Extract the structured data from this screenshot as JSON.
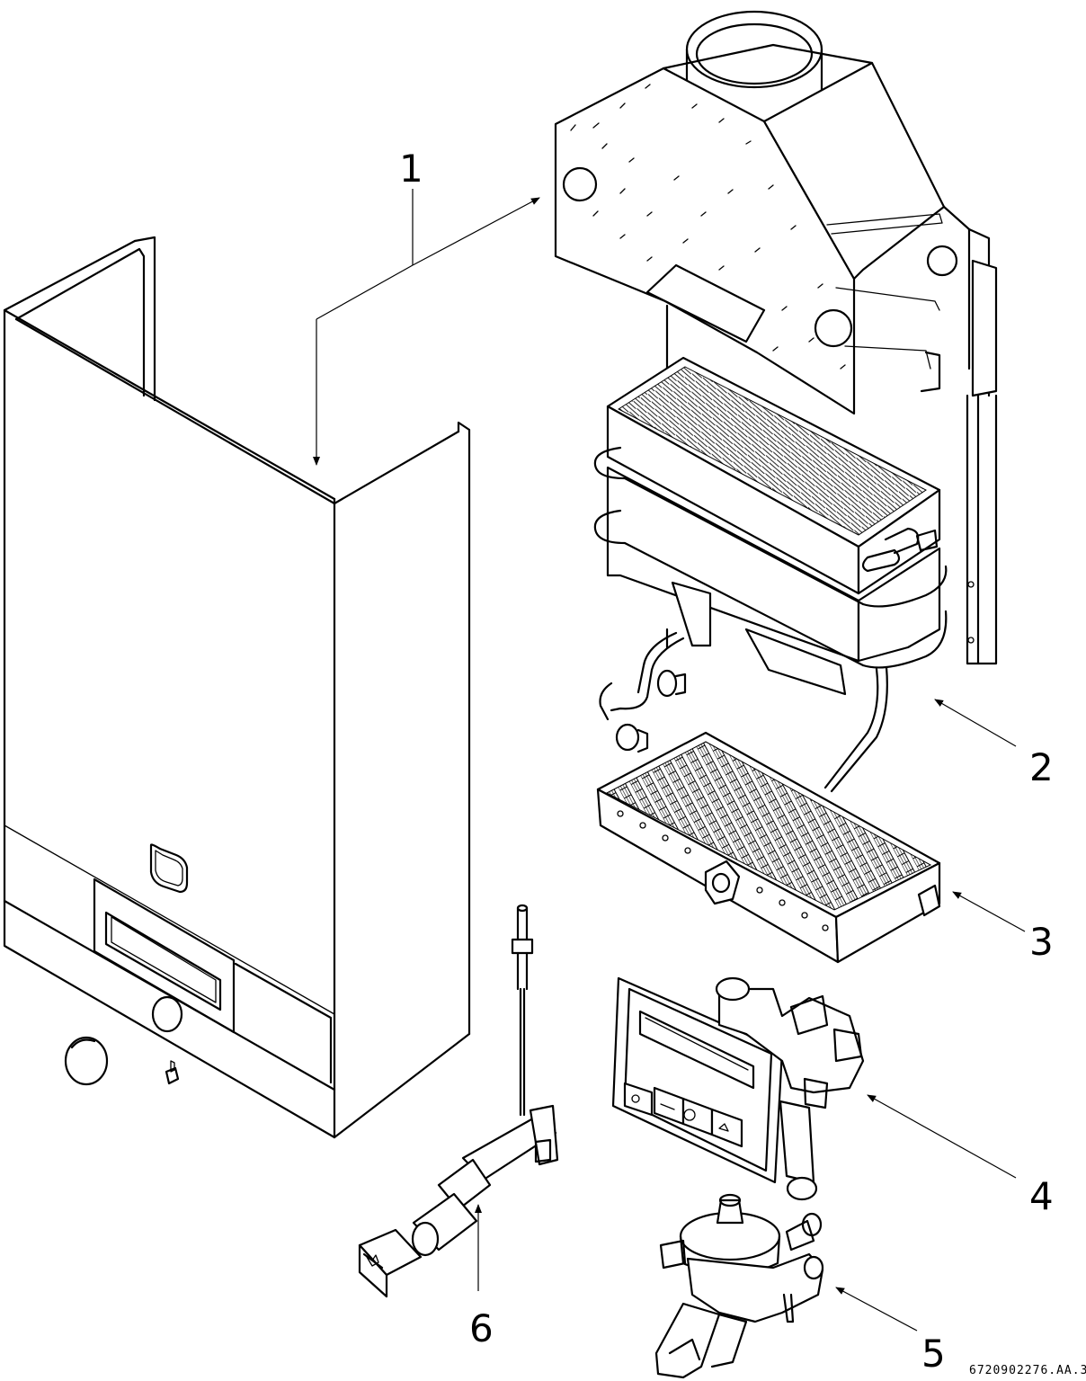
{
  "callouts": {
    "c1": "1",
    "c2": "2",
    "c3": "3",
    "c4": "4",
    "c5": "5",
    "c6": "6"
  },
  "document_id": "6720902276.AA.3"
}
